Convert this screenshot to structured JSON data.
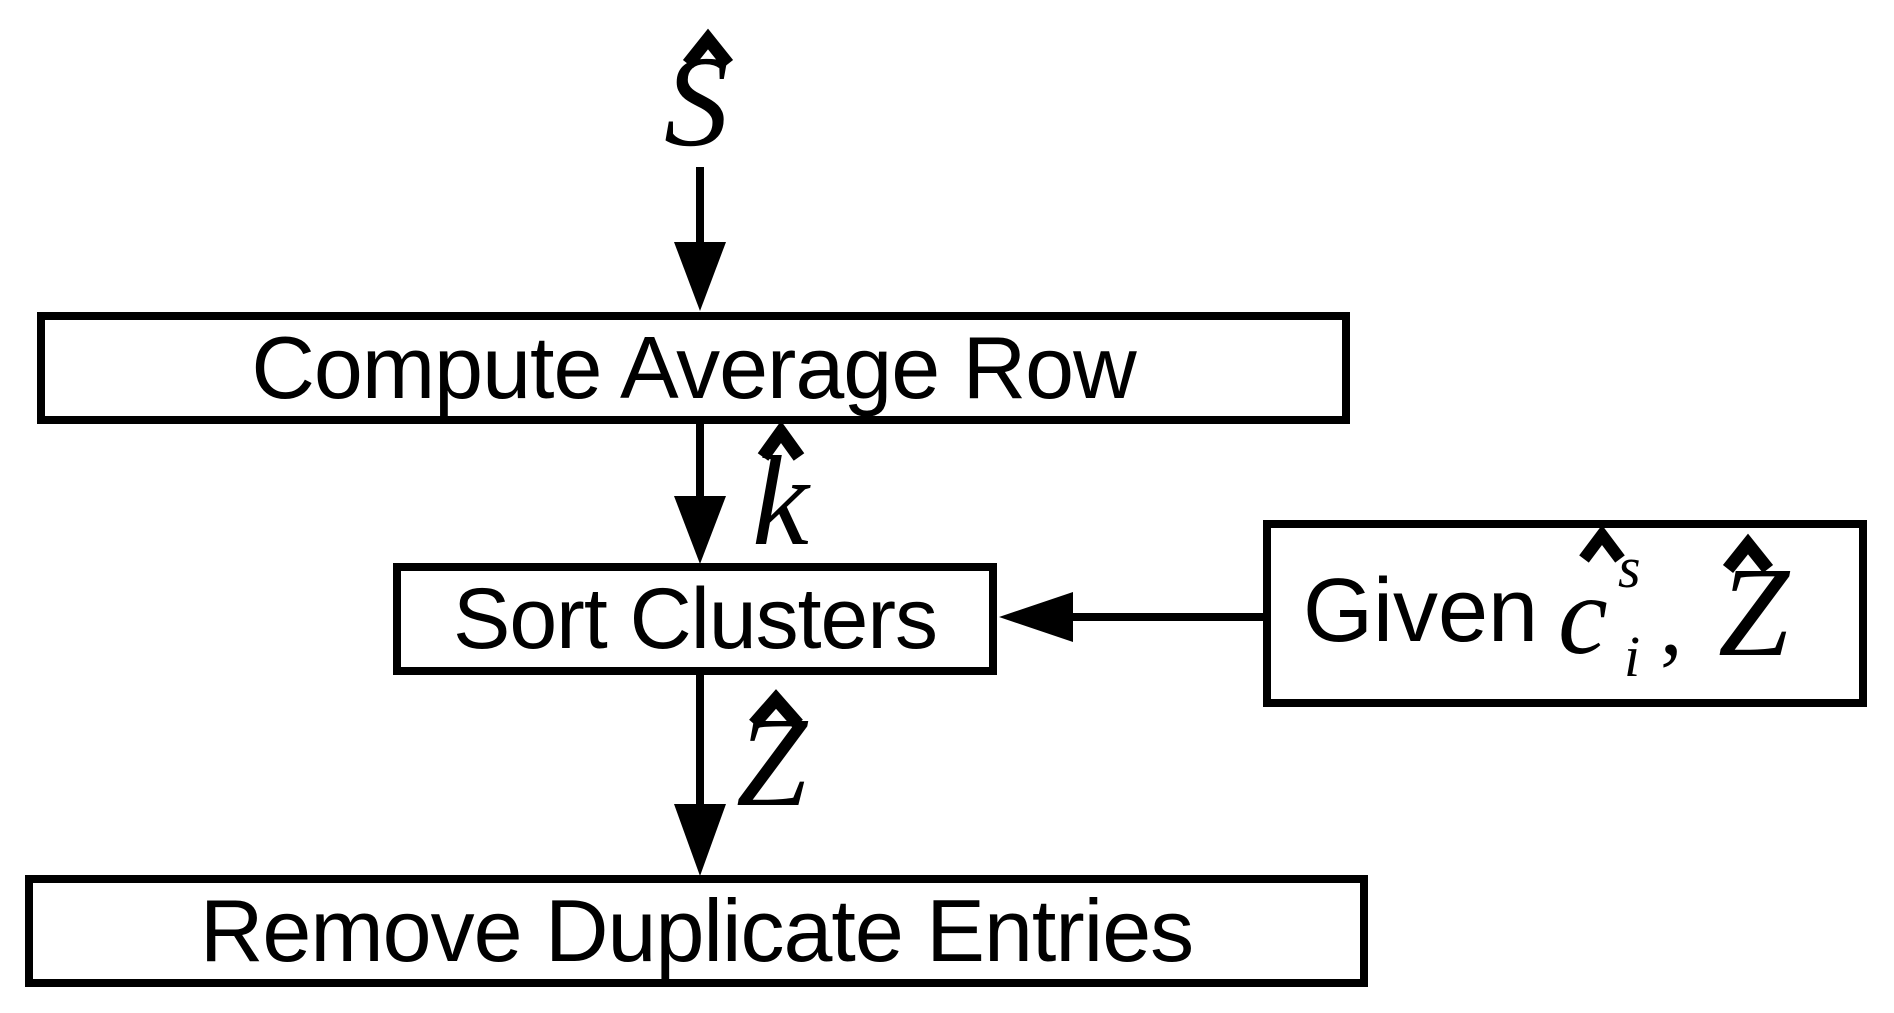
{
  "diagram": {
    "background_color": "#ffffff",
    "line_color": "#000000",
    "boxes": {
      "compute": {
        "label": "Compute Average Row"
      },
      "sort": {
        "label": "Sort Clusters"
      },
      "remove": {
        "label": "Remove Duplicate Entries"
      }
    },
    "math_labels": {
      "input": {
        "letter": "S",
        "accent": "hat"
      },
      "cluster_count": {
        "letter": "k",
        "accent": "hat"
      },
      "assignment": {
        "letter": "Z",
        "accent": "hat"
      }
    },
    "given": {
      "word": "Given",
      "base": {
        "letter": "c",
        "accent": "hat"
      },
      "superscript": "s",
      "subscript": "i",
      "separator": ",",
      "second": {
        "letter": "Z",
        "accent": "hat"
      }
    }
  }
}
